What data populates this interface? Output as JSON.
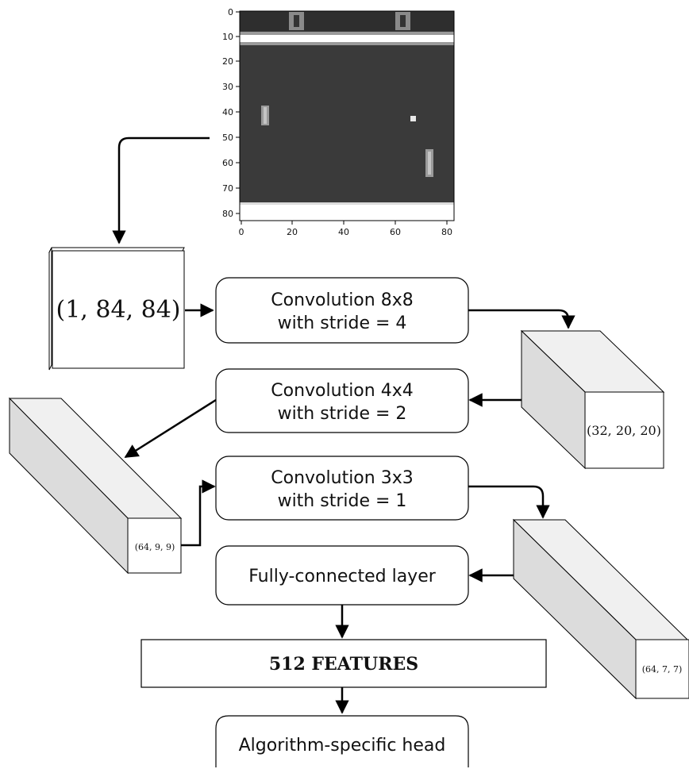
{
  "frame": {
    "y_ticks": [
      "0",
      "10",
      "20",
      "30",
      "40",
      "50",
      "60",
      "70",
      "80"
    ],
    "x_ticks": [
      "0",
      "20",
      "40",
      "60",
      "80"
    ]
  },
  "input_label": "(1, 84, 84)",
  "conv1": {
    "line1": "Convolution 8x8",
    "line2": "with stride = 4"
  },
  "conv2": {
    "line1": "Convolution 4x4",
    "line2": "with stride = 2"
  },
  "conv3": {
    "line1": "Convolution 3x3",
    "line2": "with stride = 1"
  },
  "vol1_label": "(32, 20, 20)",
  "vol2_label": "(64, 9, 9)",
  "vol3_label": "(64, 7, 7)",
  "fc_label": "Fully-connected layer",
  "features_label": "512 FEATURES",
  "head_label": "Algorithm-specific head"
}
